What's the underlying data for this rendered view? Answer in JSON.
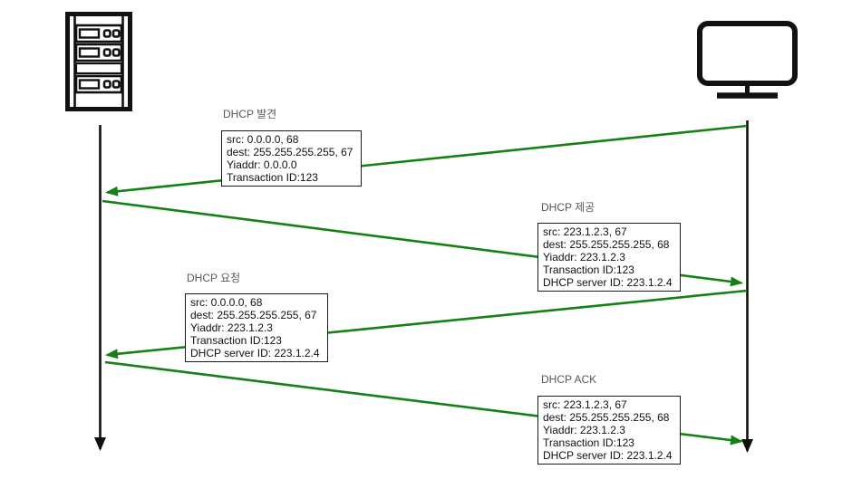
{
  "diagram": {
    "type": "sequence-diagram",
    "topic": "DHCP handshake",
    "nodes": {
      "server": {
        "icon": "server-rack-icon",
        "side": "left"
      },
      "client": {
        "icon": "monitor-icon",
        "side": "right"
      }
    },
    "messages": [
      {
        "label": "DHCP 발견",
        "direction": "client-to-server",
        "fields": [
          "src: 0.0.0.0, 68",
          "dest: 255.255.255.255, 67",
          "Yiaddr: 0.0.0.0",
          "Transaction ID:123"
        ]
      },
      {
        "label": "DHCP 제공",
        "direction": "server-to-client",
        "fields": [
          "src: 223.1.2.3, 67",
          "dest: 255.255.255.255, 68",
          "Yiaddr: 223.1.2.3",
          "Transaction ID:123",
          "DHCP server ID: 223.1.2.4"
        ]
      },
      {
        "label": "DHCP 요청",
        "direction": "client-to-server",
        "fields": [
          "src: 0.0.0.0, 68",
          "dest: 255.255.255.255, 67",
          "Yiaddr: 223.1.2.3",
          "Transaction ID:123",
          "DHCP server ID: 223.1.2.4"
        ]
      },
      {
        "label": "DHCP ACK",
        "direction": "server-to-client",
        "fields": [
          "src: 223.1.2.3, 67",
          "dest: 255.255.255.255, 68",
          "Yiaddr: 223.1.2.3",
          "Transaction ID:123",
          "DHCP server ID: 223.1.2.4"
        ]
      }
    ],
    "colors": {
      "arrow_green": "#168016",
      "lifeline_black": "#0f0f0f",
      "label_gray": "#595959",
      "box_border": "#1a1a1a"
    }
  }
}
